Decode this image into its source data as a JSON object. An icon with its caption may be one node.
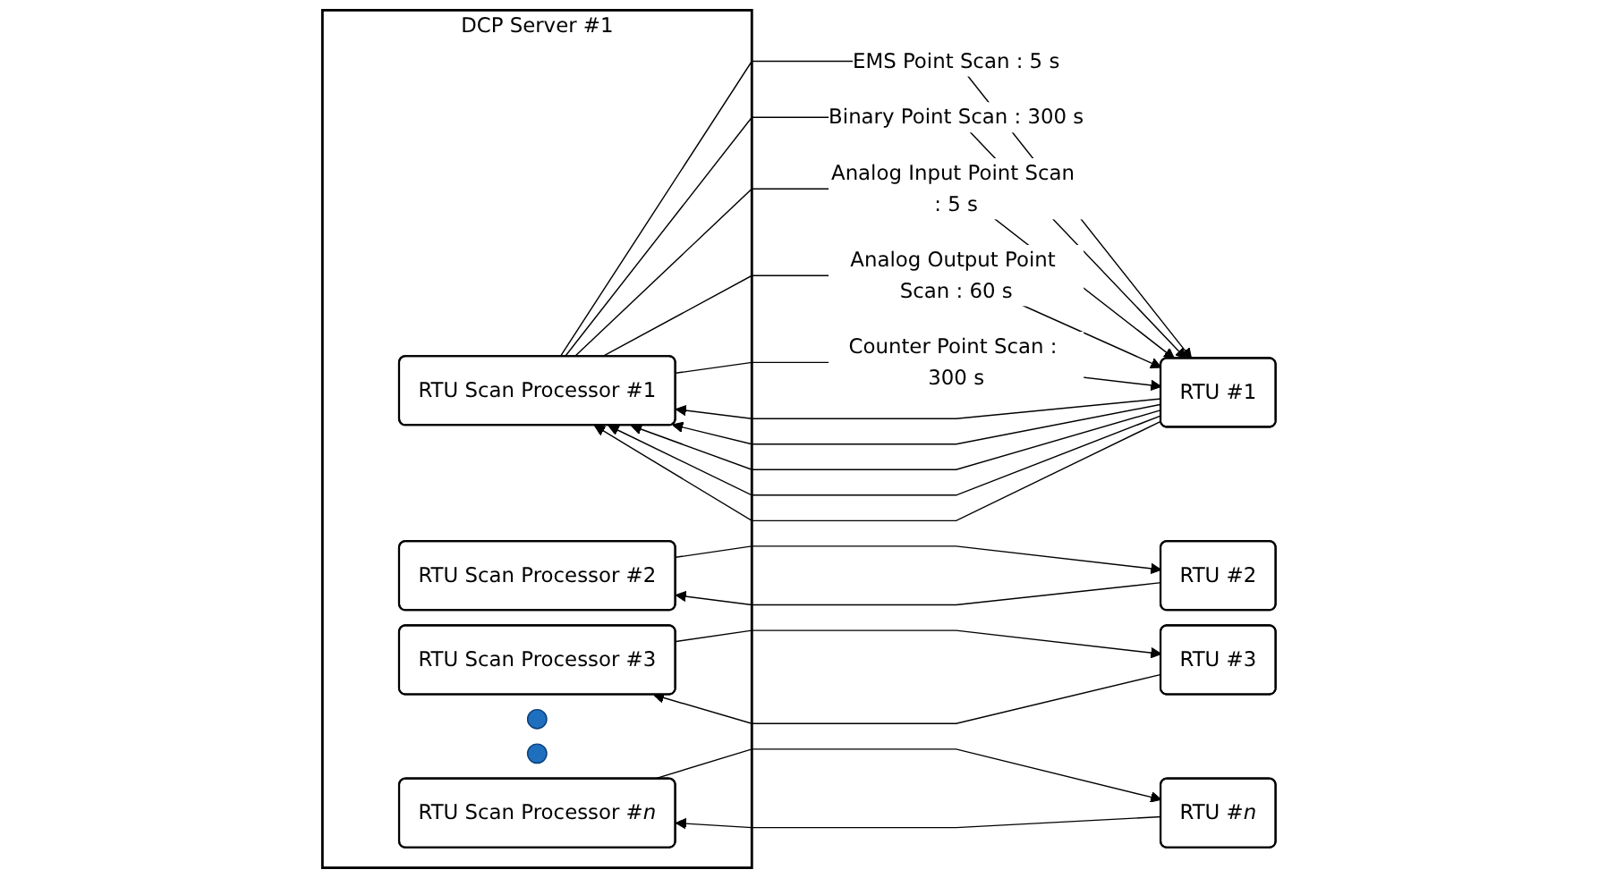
{
  "diagram": {
    "nodes": [
      {
        "text": [
          "DCP Server #1"
        ]
      },
      {
        "text": [
          "RTU Scan Processor #1"
        ],
        "in": 0
      },
      {
        "text": [
          "RTU Scan Processor #2"
        ],
        "in": 0
      },
      {
        "text": [
          "RTU Scan Processor #3"
        ],
        "in": 0
      },
      {
        "text": [],
        "shape": "circle",
        "in": 0
      },
      {
        "text": [],
        "shape": "circle",
        "in": 0
      },
      {
        "text": [
          "RTU Scan Processor #*n*"
        ],
        "in": 0
      },
      {
        "text": [
          "RTU #1"
        ]
      },
      {
        "text": [
          "RTU #2"
        ]
      },
      {
        "text": [
          "RTU #3"
        ]
      },
      {
        "text": [
          "RTU #*n*"
        ]
      }
    ],
    "edges": [
      {
        "from": 1,
        "to": 7,
        "arrow": "to",
        "label": "EMS Point Scan : 5 s"
      },
      {
        "from": 7,
        "to": 1,
        "arrow": "to"
      },
      {
        "from": 1,
        "to": 7,
        "arrow": "to",
        "label": "Binary Point Scan : 300 s"
      },
      {
        "from": 7,
        "to": 1,
        "arrow": "to"
      },
      {
        "from": 1,
        "to": 7,
        "arrow": "to",
        "label": "Analog Input Point Scan : 5 s"
      },
      {
        "from": 7,
        "to": 1,
        "arrow": "to"
      },
      {
        "from": 1,
        "to": 7,
        "arrow": "to",
        "label": "Analog Output Point Scan : 60 s"
      },
      {
        "from": 7,
        "to": 1,
        "arrow": "to"
      },
      {
        "from": 1,
        "to": 7,
        "arrow": "to",
        "label": "Counter Point Scan : 300 s"
      },
      {
        "from": 7,
        "to": 1,
        "arrow": "to"
      },
      {
        "from": 2,
        "to": 8,
        "arrow": "to"
      },
      {
        "from": 8,
        "to": 2,
        "arrow": "to"
      },
      {
        "from": 3,
        "to": 9,
        "arrow": "to"
      },
      {
        "from": 9,
        "to": 3,
        "arrow": "to"
      },
      {
        "from": 6,
        "to": 10,
        "arrow": "to"
      },
      {
        "from": 10,
        "to": 6,
        "arrow": "to"
      }
    ]
  }
}
